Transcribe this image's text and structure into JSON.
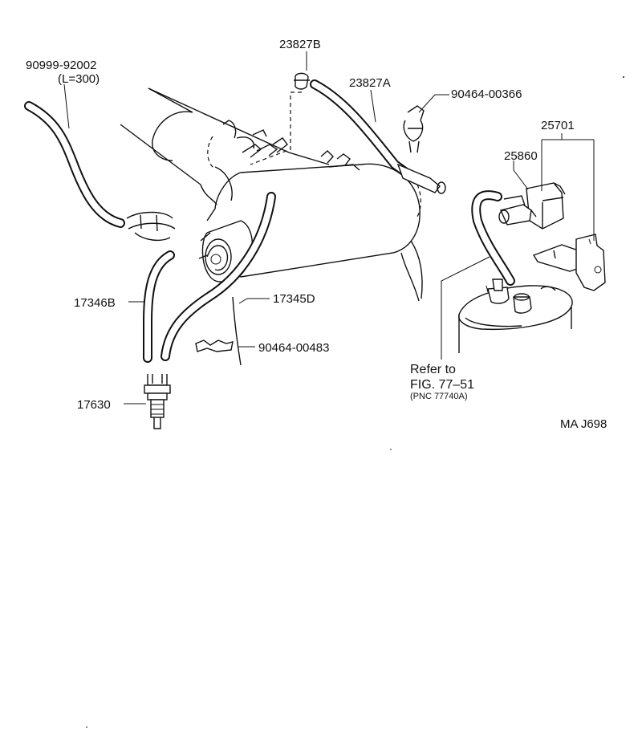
{
  "parts": {
    "hose_90999": {
      "number": "90999-92002",
      "note": "(L=300)"
    },
    "clip_23827B": {
      "number": "23827B"
    },
    "hose_23827A": {
      "number": "23827A"
    },
    "clamp_90464_00366": {
      "number": "90464-00366"
    },
    "valve_assy_25701": {
      "number": "25701"
    },
    "vsv_25860": {
      "number": "25860"
    },
    "hose_17346B": {
      "number": "17346B"
    },
    "hose_17345D": {
      "number": "17345D"
    },
    "clamp_90464_00483": {
      "number": "90464-00483"
    },
    "sensor_17630": {
      "number": "17630"
    }
  },
  "reference": {
    "line1": "Refer to",
    "line2": "FIG. 77–51",
    "line3": "(PNC 77740A)"
  },
  "diagram_code": "MA J698"
}
